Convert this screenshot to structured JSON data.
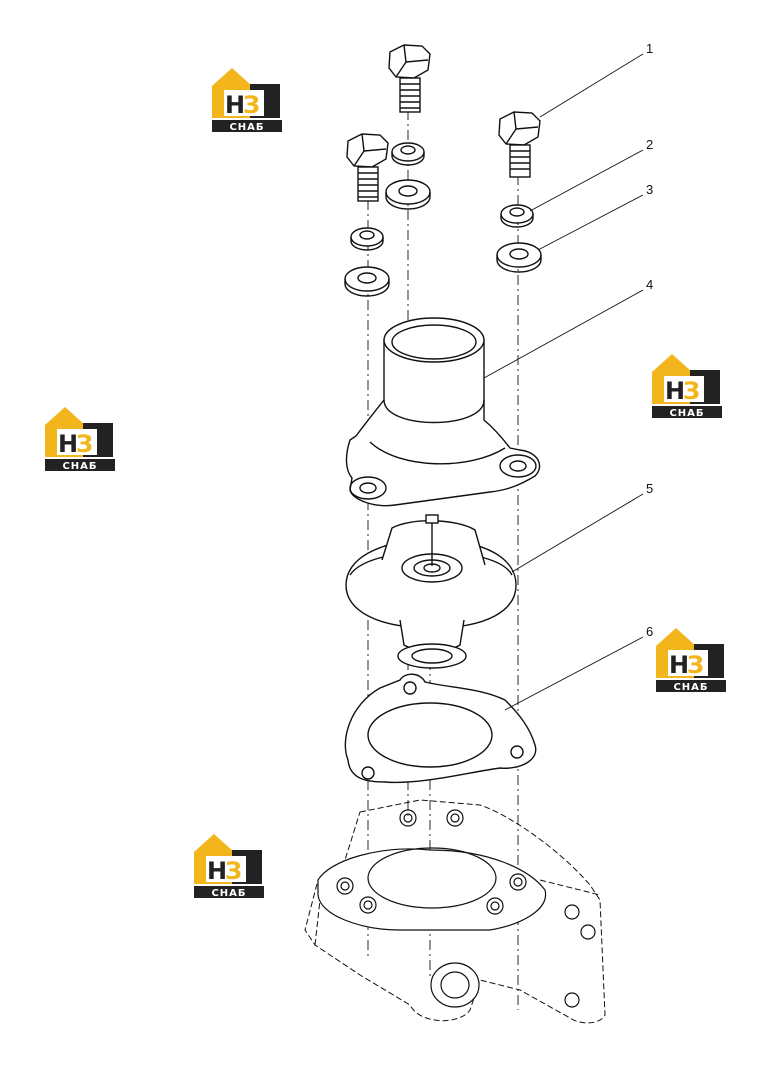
{
  "diagram": {
    "callouts": [
      "1",
      "2",
      "3",
      "4",
      "5",
      "6"
    ]
  },
  "watermark": {
    "letters": "НЗ",
    "word": "СНАБ",
    "colors": {
      "yellow": "#f2b51c",
      "dark": "#222222"
    }
  }
}
